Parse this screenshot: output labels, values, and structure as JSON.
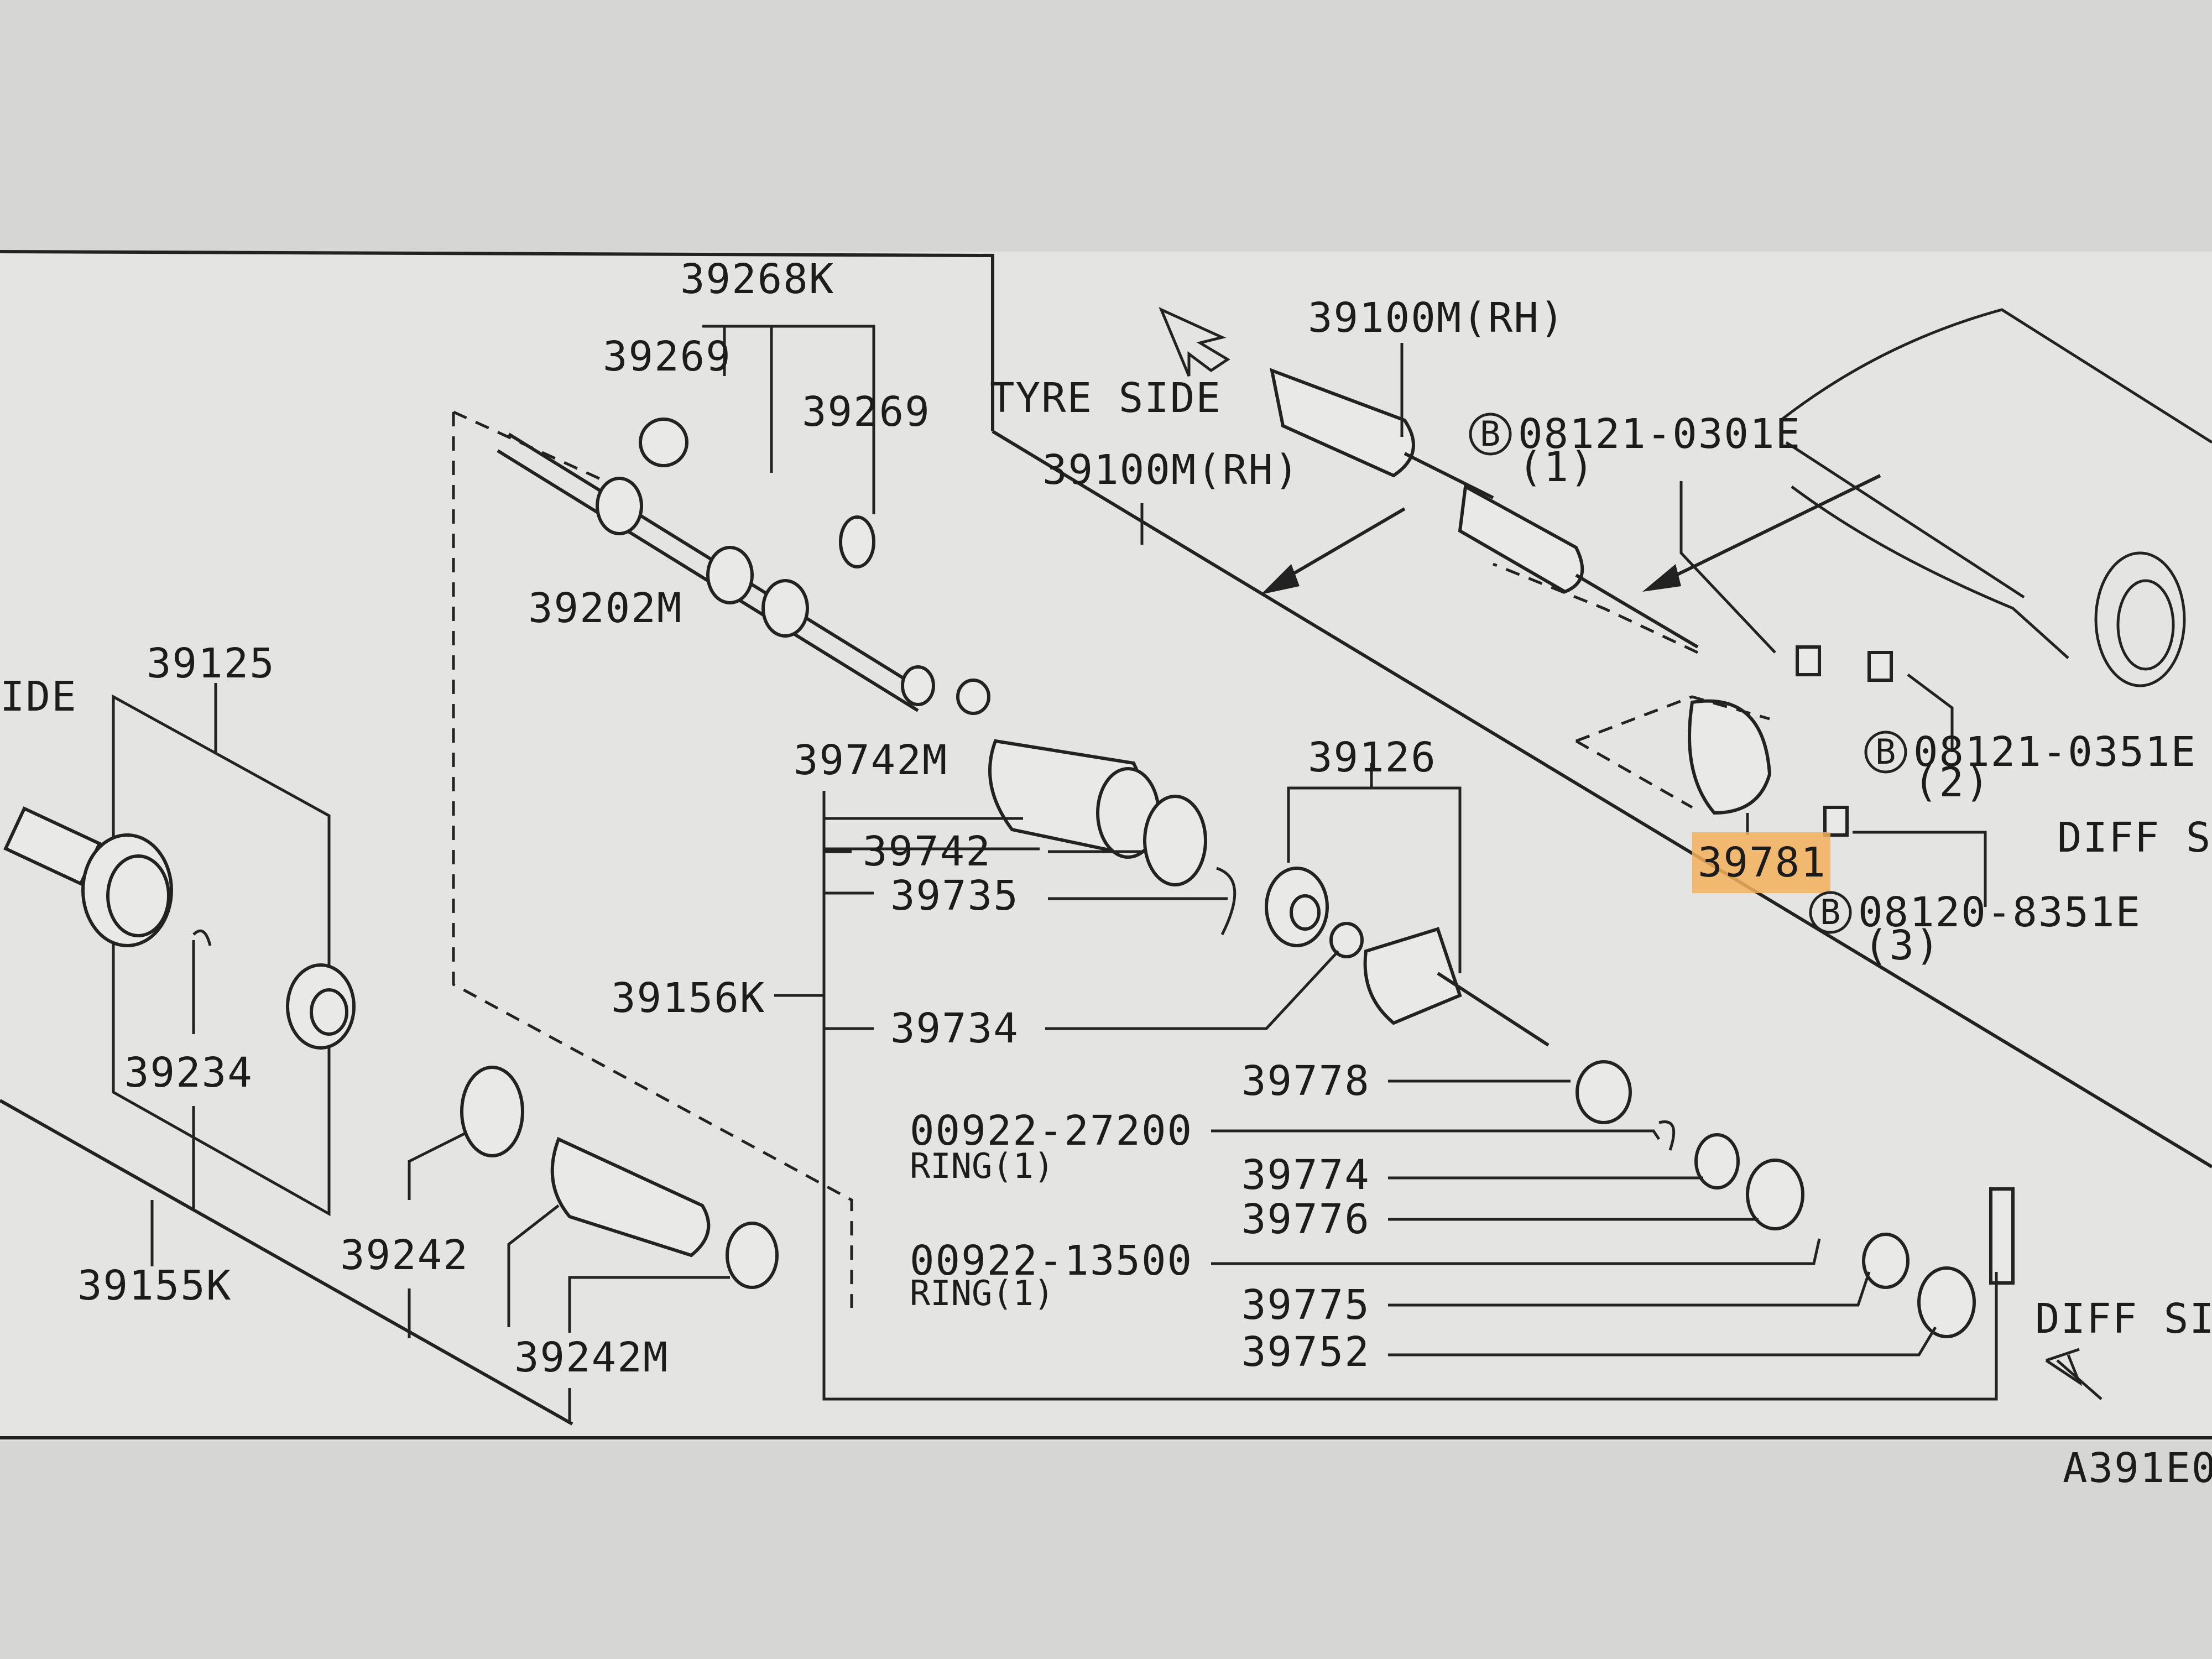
{
  "diagram": {
    "labels": {
      "p39268k": "39268K",
      "p39269a": "39269",
      "p39269b": "39269",
      "p39202m": "39202M",
      "p39125": "39125",
      "p39234": "39234",
      "p39155k": "39155K",
      "p39242": "39242",
      "p39242m": "39242M",
      "p39742m": "39742M",
      "p39742": "39742",
      "p39735": "39735",
      "p39156k": "39156K",
      "p39734": "39734",
      "p39126": "39126",
      "p39778": "39778",
      "p00922_27200": "00922-27200",
      "ring1a": "RING(1)",
      "p39774": "39774",
      "p39776": "39776",
      "p00922_13500": "00922-13500",
      "ring1b": "RING(1)",
      "p39775": "39775",
      "p39752": "39752",
      "p39100m_a": "39100M(RH)",
      "p39100m_b": "39100M(RH)",
      "tyre_side": "TYRE SIDE",
      "bolt1": "08121-0301E",
      "bolt1_qty": "(1)",
      "bolt2": "08121-0351E",
      "bolt2_qty": "(2)",
      "bolt3": "08120-8351E",
      "bolt3_qty": "(3)",
      "p39781": "39781",
      "diff_side_a": "DIFF S",
      "diff_side_b": "DIFF SI",
      "side_left": "IDE",
      "figure_id": "A391E0",
      "bolt_badge": "B"
    },
    "highlight_color": "#f3b15a"
  }
}
